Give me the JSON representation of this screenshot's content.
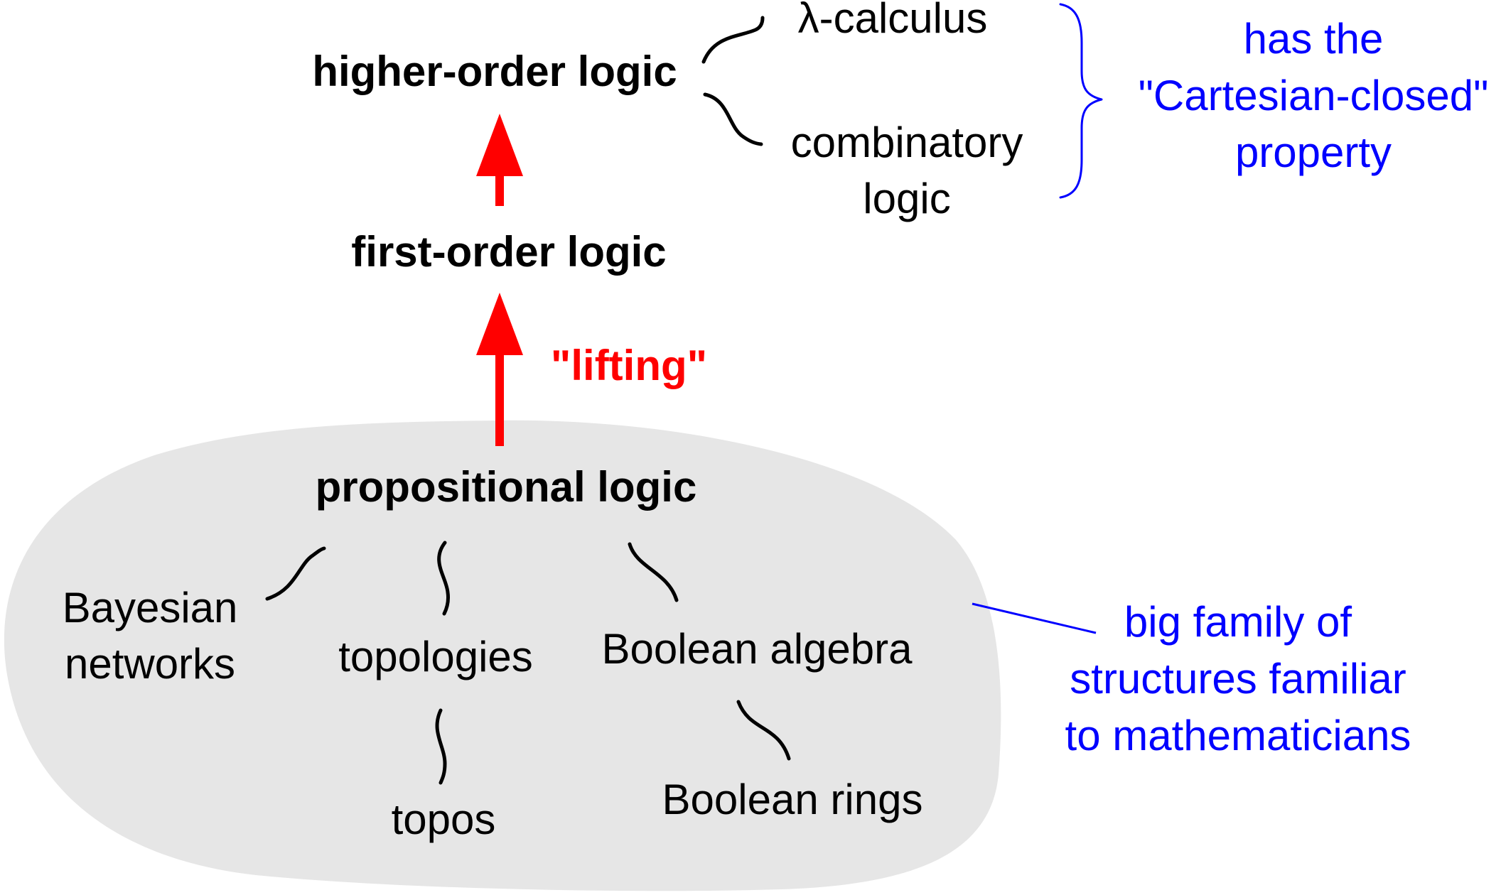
{
  "colors": {
    "blob_fill": "#e6e6e6",
    "arrow": "#ff0000",
    "annotation": "#0000ff",
    "text": "#000000"
  },
  "nodes": {
    "higher_order_logic": "higher-order logic",
    "first_order_logic": "first-order logic",
    "propositional_logic": "propositional logic",
    "lambda_calculus": "λ-calculus",
    "combinatory_logic_line1": "combinatory",
    "combinatory_logic_line2": "logic",
    "bayesian_line1": "Bayesian",
    "bayesian_line2": "networks",
    "topologies": "topologies",
    "topos": "topos",
    "boolean_algebra": "Boolean algebra",
    "boolean_rings": "Boolean rings"
  },
  "annotations": {
    "lifting": "\"lifting\"",
    "cartesian_line1": "has the",
    "cartesian_line2": "\"Cartesian-closed\"",
    "cartesian_line3": "property",
    "family_line1": "big family of",
    "family_line2": "structures familiar",
    "family_line3": "to mathematicians"
  }
}
